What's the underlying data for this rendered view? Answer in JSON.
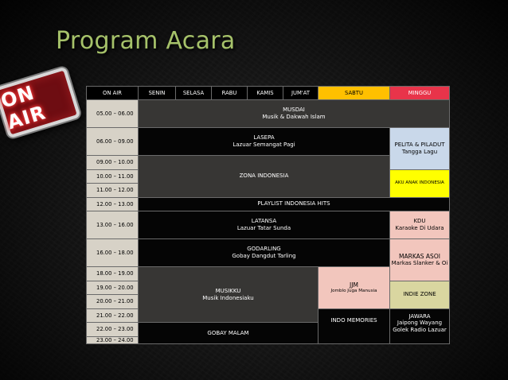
{
  "title": "Program Acara",
  "badge": "ON AIR",
  "headers": [
    "ON AIR",
    "SENIN",
    "SELASA",
    "RABU",
    "KAMIS",
    "JUM'AT",
    "SABTU",
    "MINGGU"
  ],
  "times": [
    "05.00 – 06.00",
    "06.00 – 09.00",
    "09.00 – 10.00",
    "10.00 – 11.00",
    "11.00 – 12.00",
    "12.00 – 13.00",
    "13.00 – 16.00",
    "16.00 – 18.00",
    "18.00 – 19.00",
    "19.00 – 20.00",
    "20.00 – 21.00",
    "21.00 – 22.00",
    "22.00 – 23.00",
    "23.00 – 24.00"
  ],
  "programs": {
    "musdai": {
      "name": "MUSDAI",
      "sub": "Musik & Dakwah Islam"
    },
    "lasepa": {
      "name": "LASEPA",
      "sub": "Lazuar Semangat Pagi"
    },
    "pelita": {
      "name": "PELITA & PILADUT",
      "sub": "Tangga Lagu"
    },
    "zona": {
      "name": "ZONA INDONESIA"
    },
    "aku_anak": {
      "name": "AKU ANAK INDONESIA"
    },
    "playlist": {
      "name": "PLAYLIST INDONESIA HITS"
    },
    "latansa": {
      "name": "LATANSA",
      "sub": "Lazuar Tatar Sunda"
    },
    "kdu": {
      "name": "KDU",
      "sub": "Karaoke Di Udara"
    },
    "godarling": {
      "name": "GODARLING",
      "sub": "Gobay Dangdut Tarling"
    },
    "markas": {
      "name": "MARKAS ASOI",
      "sub": "Markas Slanker & Oi"
    },
    "musikku": {
      "name": "MUSIKKU",
      "sub": "Musik Indonesiaku"
    },
    "jjm": {
      "name": "JJM",
      "sub": "Jomblo Juga Manusia"
    },
    "indie": {
      "name": "INDIE ZONE"
    },
    "gobay": {
      "name": "GOBAY MALAM"
    },
    "indo_memories": {
      "name": "INDO MEMORIES"
    },
    "jawara": {
      "name": "JAWARA",
      "sub": "Jaipong Wayang",
      "sub2": "Golek Radio Lazuar"
    }
  },
  "colors": {
    "sabtu_header": "#ffc000",
    "minggu_header": "#e8344a",
    "title": "#a6c26a"
  }
}
